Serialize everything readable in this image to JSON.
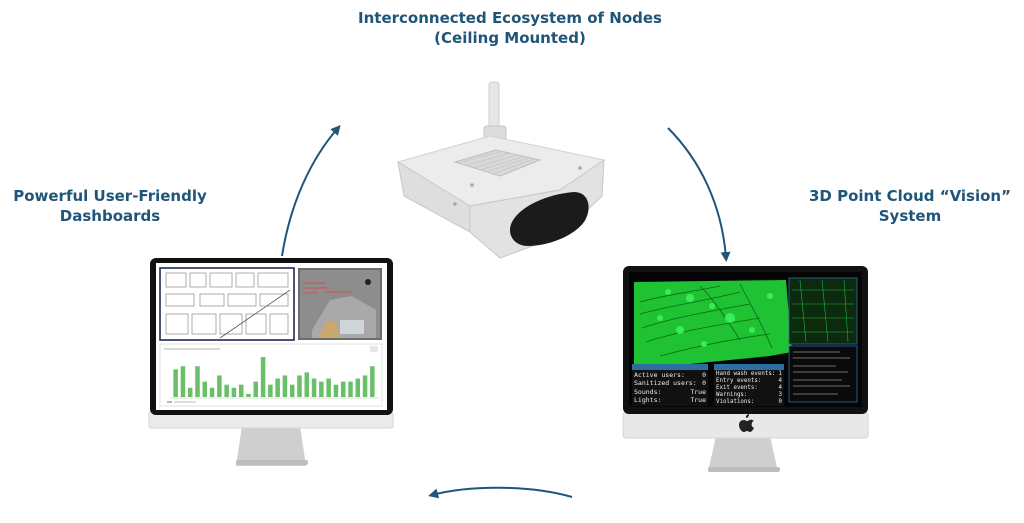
{
  "labels": {
    "top": [
      "Interconnected Ecosystem of Nodes",
      "(Ceiling Mounted)"
    ],
    "left": [
      "Powerful User-Friendly",
      "Dashboards"
    ],
    "right": [
      "3D Point Cloud “Vision”",
      "System"
    ]
  },
  "colors": {
    "label_text": "#1f5578",
    "arrows": "#1f5578",
    "bars": "#6abf69",
    "point_cloud": "#22d63a",
    "table_header": "#2b6fa0"
  },
  "chart_data": {
    "type": "bar",
    "values": [
      9,
      10,
      3,
      10,
      5,
      3,
      7,
      4,
      3,
      4,
      1,
      5,
      13,
      4,
      6,
      7,
      4,
      7,
      8,
      6,
      5,
      6,
      4,
      5,
      5,
      6,
      7,
      10
    ]
  },
  "stats_left": [
    {
      "label": "Active users:",
      "value": "0"
    },
    {
      "label": "Sanitized users:",
      "value": "0"
    },
    {
      "label": "Sounds:",
      "value": "True"
    },
    {
      "label": "Lights:",
      "value": "True"
    }
  ],
  "stats_right": [
    {
      "label": "Hand wash events:",
      "value": "1"
    },
    {
      "label": "Entry events:",
      "value": "4"
    },
    {
      "label": "Exit events:",
      "value": "4"
    },
    {
      "label": "Warnings:",
      "value": "3"
    },
    {
      "label": "Violations:",
      "value": "0"
    }
  ]
}
